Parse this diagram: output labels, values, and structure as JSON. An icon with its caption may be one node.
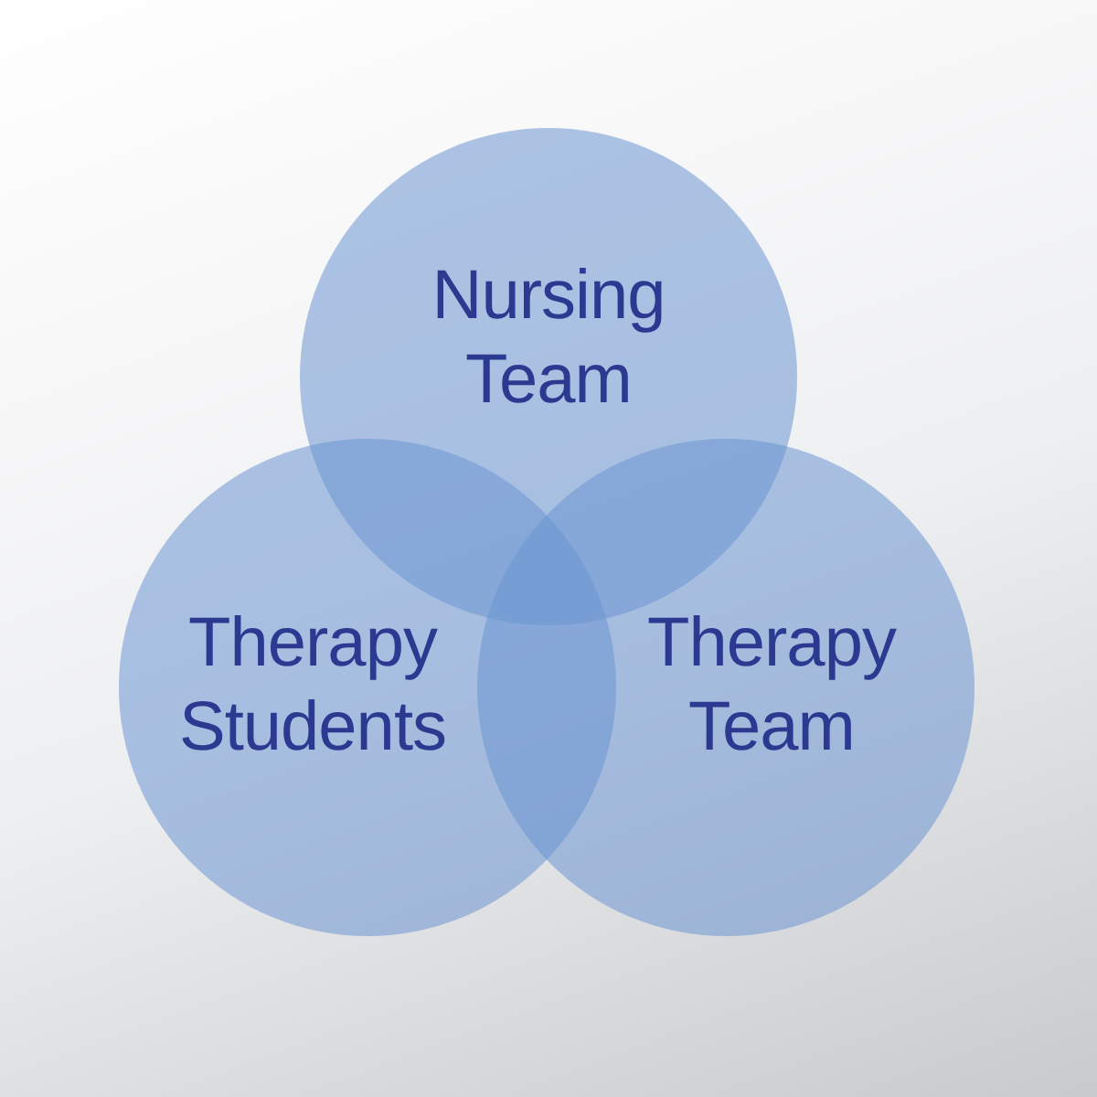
{
  "diagram": {
    "nodes": [
      {
        "text": [
          "Nursing Team"
        ]
      },
      {
        "text": [
          "Therapy Students"
        ]
      },
      {
        "text": [
          "Therapy Team"
        ]
      }
    ]
  }
}
